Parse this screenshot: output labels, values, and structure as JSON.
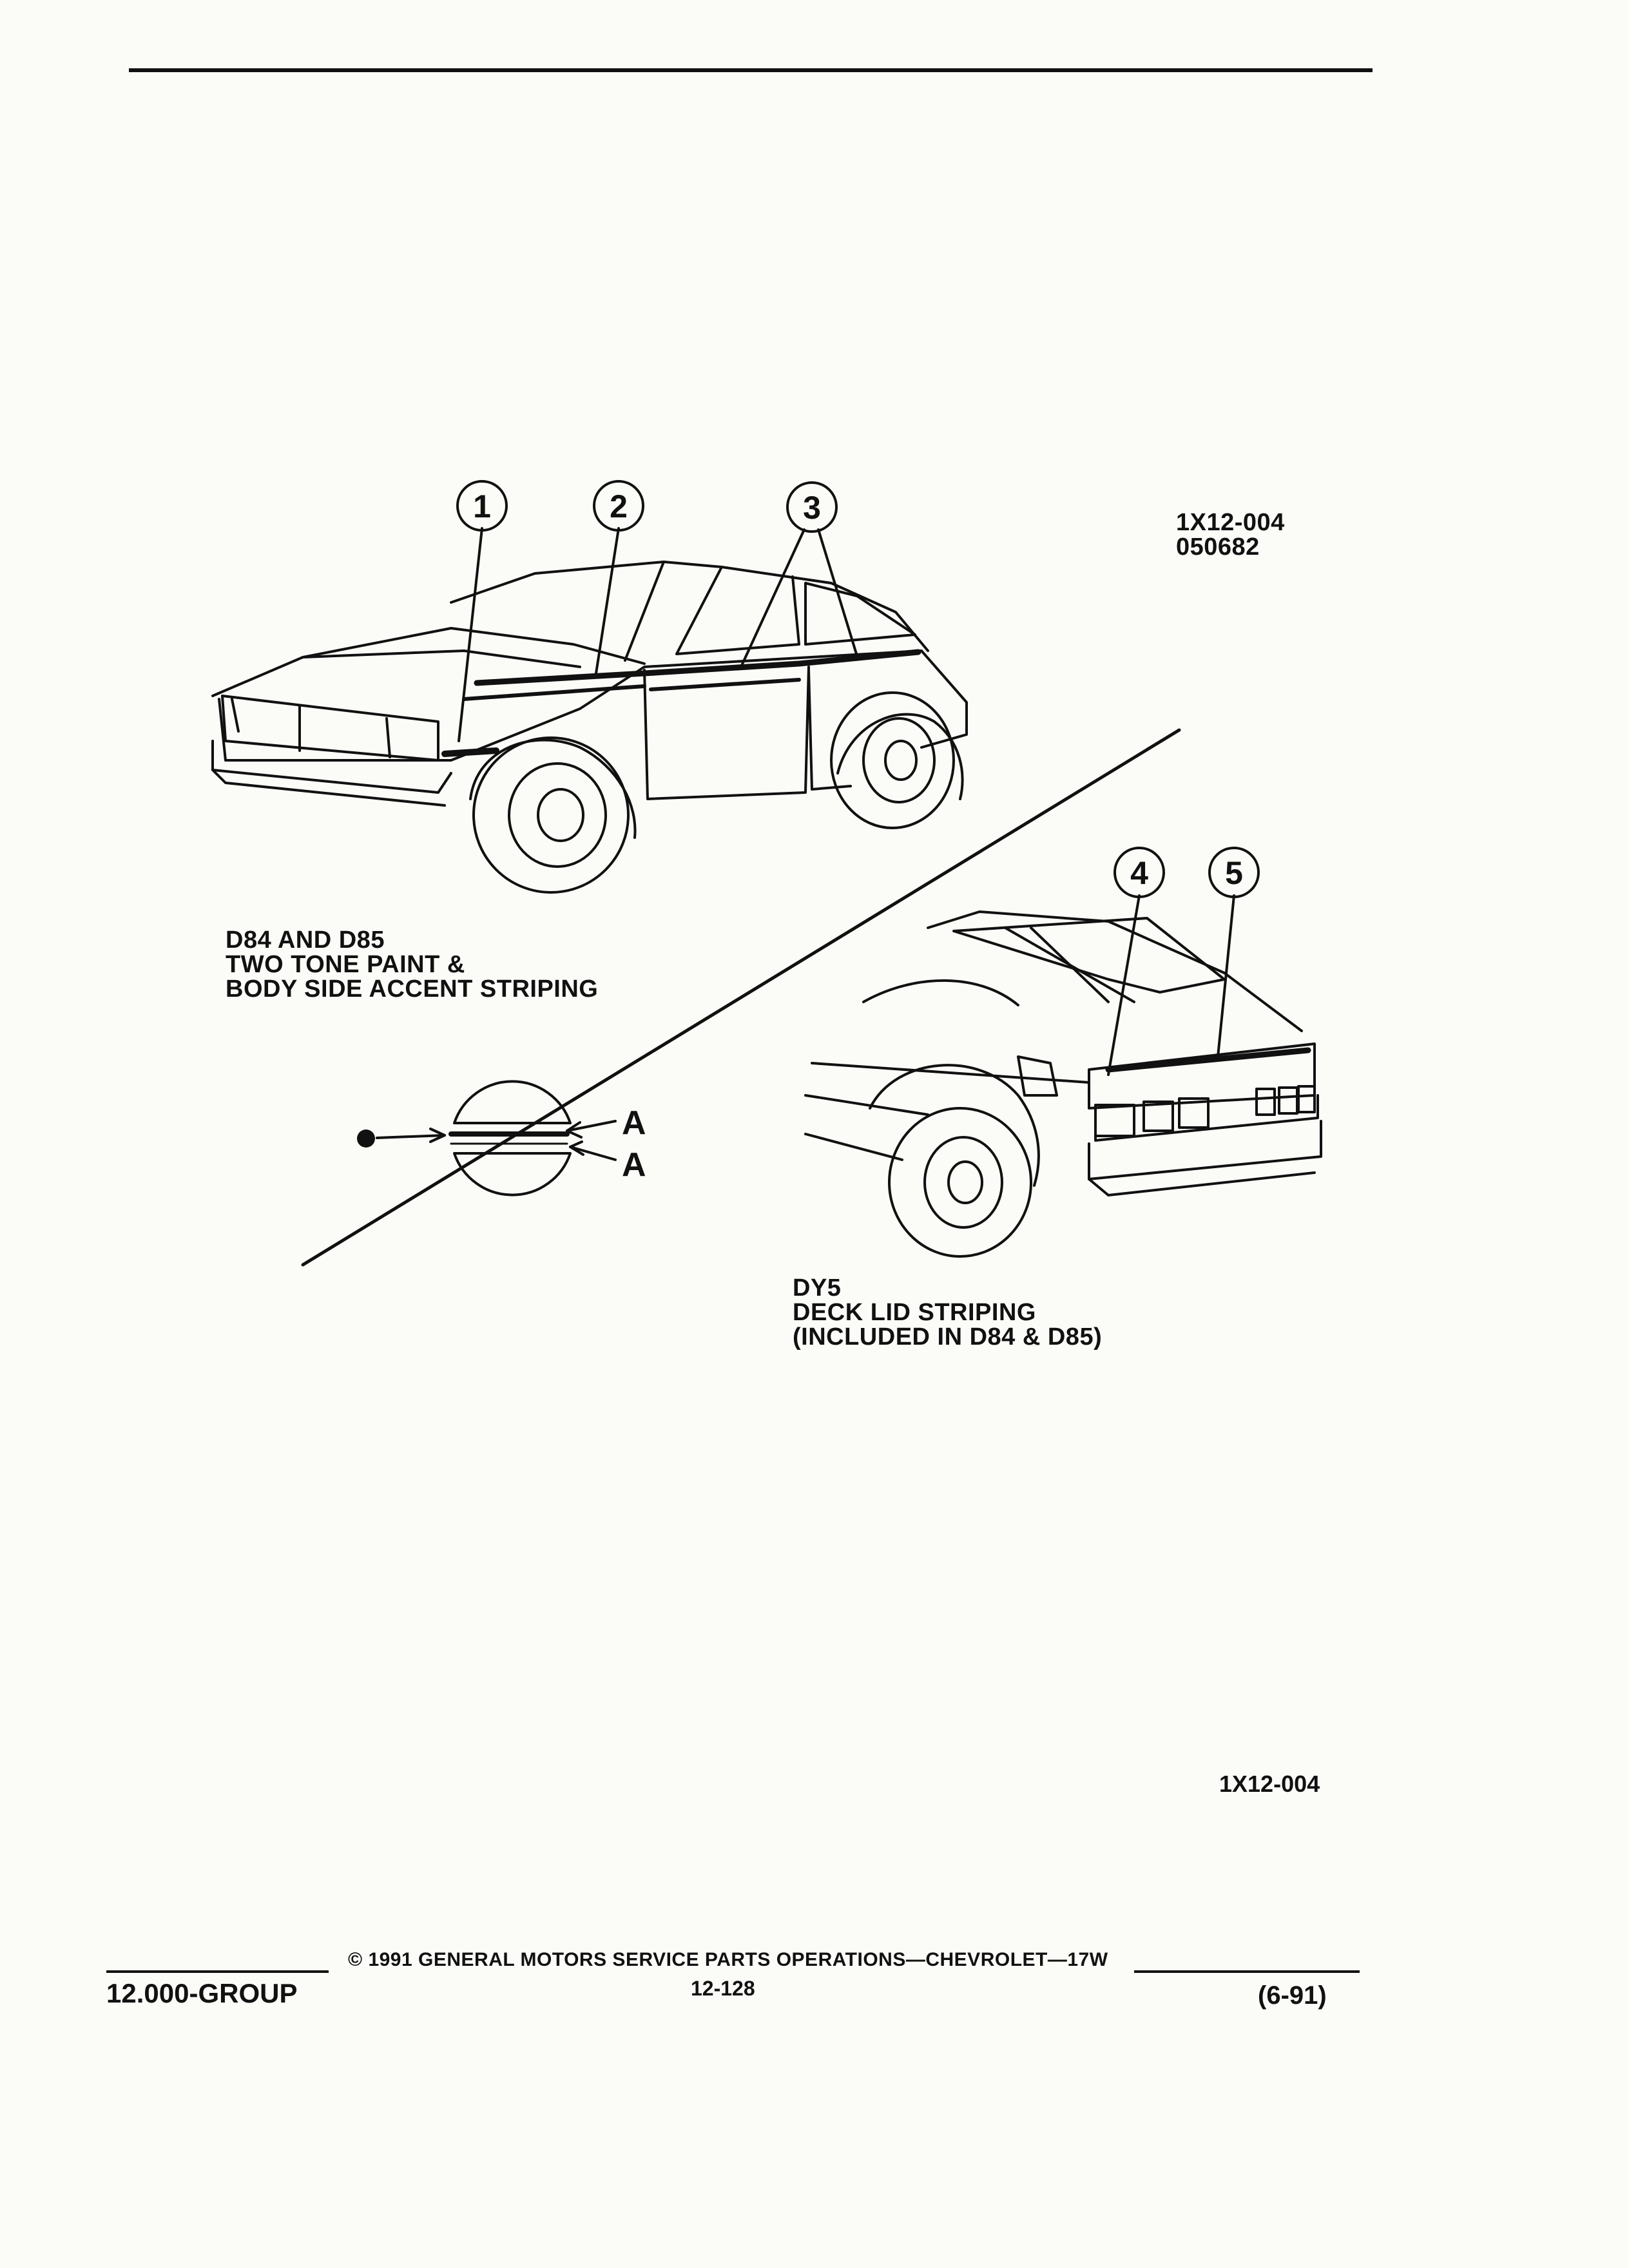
{
  "reference": {
    "code": "1X12-004",
    "date": "050682"
  },
  "callouts": [
    "1",
    "2",
    "3",
    "4",
    "5"
  ],
  "captions": {
    "d84_d85": [
      "D84 AND D85",
      "TWO TONE PAINT &",
      "BODY SIDE ACCENT STRIPING"
    ],
    "dy5": [
      "DY5",
      "DECK LID STRIPING",
      "(INCLUDED IN D84 & D85)"
    ]
  },
  "detail": {
    "label_a": "A",
    "label_b": "A"
  },
  "figure_number": "1X12-004",
  "footer": {
    "group": "12.000-GROUP",
    "copyright": "© 1991 GENERAL MOTORS SERVICE PARTS OPERATIONS—CHEVROLET—17W",
    "page": "12-128",
    "revision": "(6-91)"
  },
  "colors": {
    "ink": "#111111",
    "paper": "#fbfbf8"
  }
}
